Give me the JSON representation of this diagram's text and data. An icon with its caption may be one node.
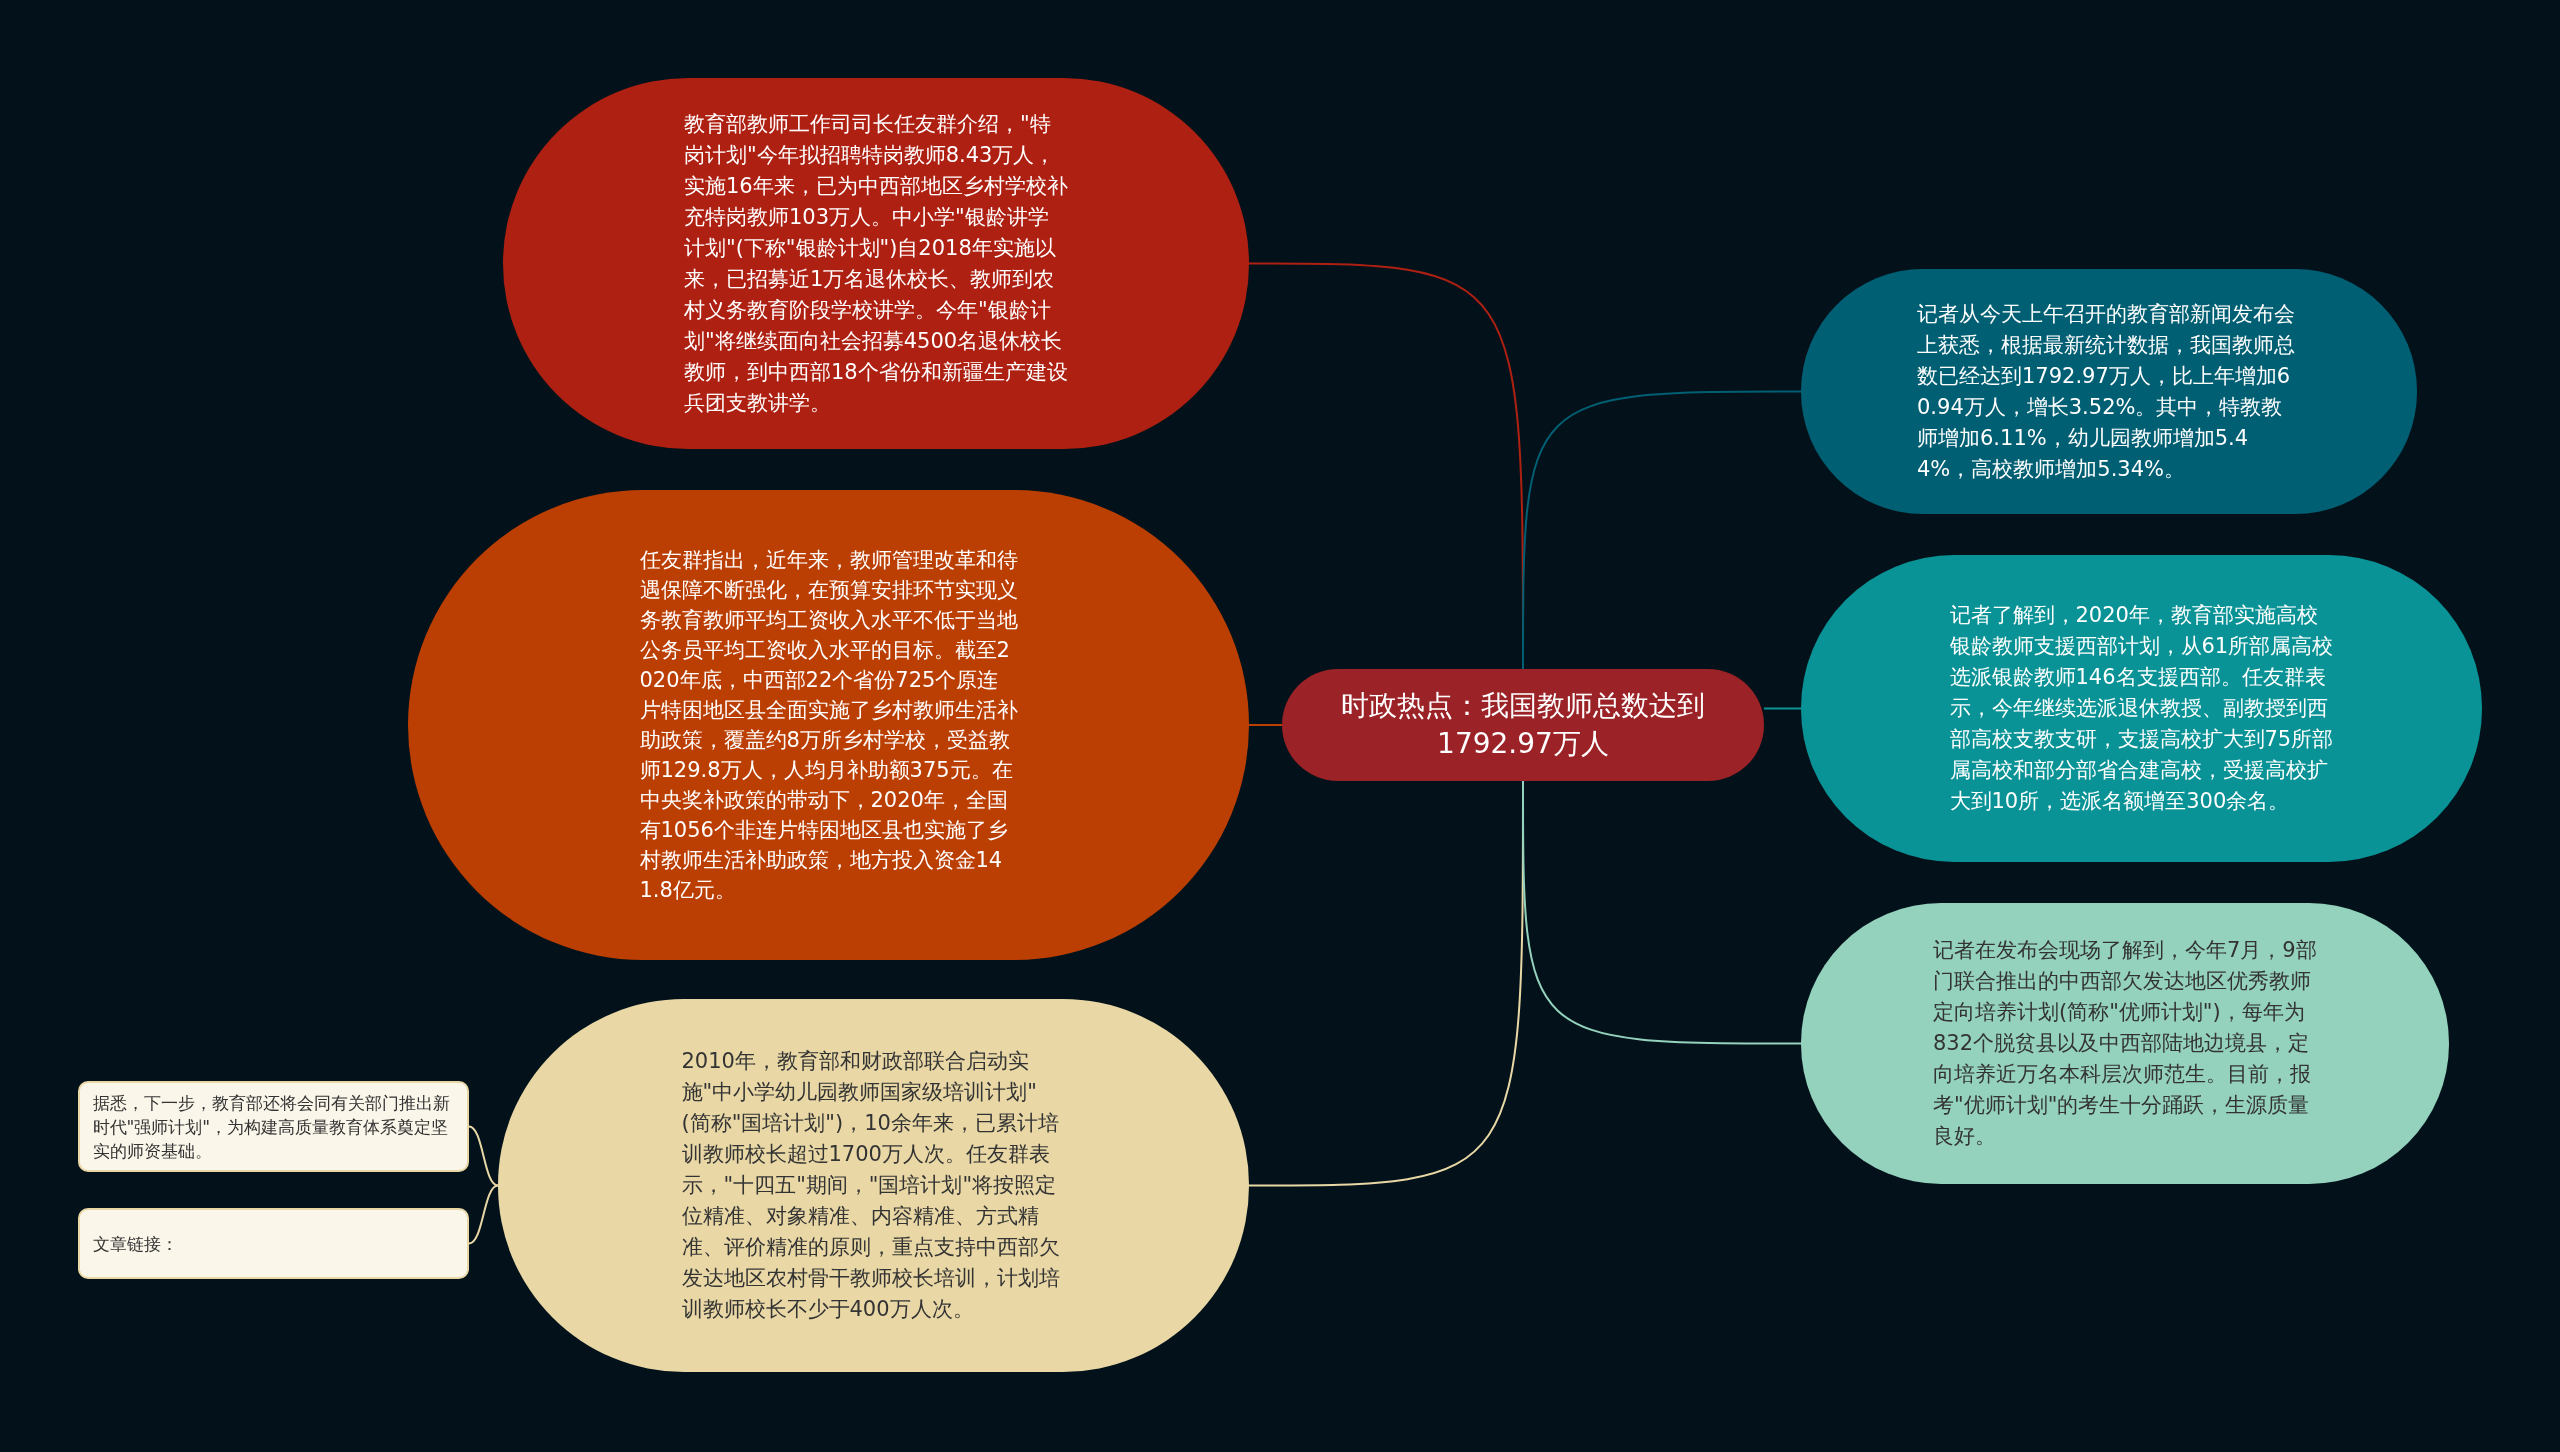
{
  "diagram": {
    "nodes": [
      {
        "text": [
          "时政热点：我国教师总数达到1792.97万人"
        ]
      },
      {
        "text": [
          "教育部教师工作司司长任友群介绍，\"特岗计划\"今年拟招聘特岗教师8.43万人，实施16年来，已为中西部地区乡村学校补充特岗教师103万人。中小学\"银龄讲学计划\"(下称\"银龄计划\")自2018年实施以来，已招募近1万名退休校长、教师到农村义务教育阶段学校讲学。今年\"银龄计划\"将继续面向社会招募4500名退休校长教师，到中西部18个省份和新疆生产建设兵团支教讲学。"
        ]
      },
      {
        "text": [
          "任友群指出，近年来，教师管理改革和待遇保障不断强化，在预算安排环节实现义务教育教师平均工资收入水平不低于当地公务员平均工资收入水平的目标。截至2020年底，中西部22个省份725个原连片特困地区县全面实施了乡村教师生活补助政策，覆盖约8万所乡村学校，受益教师129.8万人，人均月补助额375元。在中央奖补政策的带动下，2020年，全国有1056个非连片特困地区县也实施了乡村教师生活补助政策，地方投入资金141.8亿元。"
        ]
      },
      {
        "text": [
          "2010年，教育部和财政部联合启动实施\"中小学幼儿园教师国家级培训计划\"(简称\"国培计划\")，10余年来，已累计培训教师校长超过1700万人次。任友群表示，\"十四五\"期间，\"国培计划\"将按照定位精准、对象精准、内容精准、方式精准、评价精准的原则，重点支持中西部欠发达地区农村骨干教师校长培训，计划培训教师校长不少于400万人次。"
        ]
      },
      {
        "text": [
          "据悉，下一步，教育部还将会同有关部门推出新时代\"强师计划\"，为构建高质量教育体系奠定坚实的师资基础。"
        ]
      },
      {
        "text": [
          "文章链接："
        ]
      },
      {
        "text": [
          "记者从今天上午召开的教育部新闻发布会上获悉，根据最新统计数据，我国教师总数已经达到1792.97万人，比上年增加60.94万人，增长3.52%。其中，特教教师增加6.11%，幼儿园教师增加5.44%，高校教师增加5.34%。"
        ]
      },
      {
        "text": [
          "记者了解到，2020年，教育部实施高校银龄教师支援西部计划，从61所部属高校选派银龄教师146名支援西部。任友群表示，今年继续选派退休教授、副教授到西部高校支教支研，支援高校扩大到75所部属高校和部分部省合建高校，受援高校扩大到10所，选派名额增至300余名。"
        ]
      },
      {
        "text": [
          "记者在发布会现场了解到，今年7月，9部门联合推出的中西部欠发达地区优秀教师定向培养计划(简称\"优师计划\")，每年为832个脱贫县以及中西部陆地边境县，定向培养近万名本科层次师范生。目前，报考\"优师计划\"的考生十分踊跃，生源质量良好。"
        ]
      }
    ],
    "edges": [
      {
        "from": 0,
        "to": 1,
        "arrow": "none",
        "color": "#ae2012"
      },
      {
        "from": 0,
        "to": 2,
        "arrow": "none",
        "color": "#bb3e03"
      },
      {
        "from": 0,
        "to": 3,
        "arrow": "none",
        "color": "#e9d8a6"
      },
      {
        "from": 3,
        "to": 4,
        "arrow": "none",
        "color": "#e9d8a6"
      },
      {
        "from": 3,
        "to": 5,
        "arrow": "none",
        "color": "#e9d8a6"
      },
      {
        "from": 0,
        "to": 6,
        "arrow": "none",
        "color": "#005f73"
      },
      {
        "from": 0,
        "to": 7,
        "arrow": "none",
        "color": "#0a9396"
      },
      {
        "from": 0,
        "to": 8,
        "arrow": "none",
        "color": "#94d2bd"
      }
    ]
  }
}
